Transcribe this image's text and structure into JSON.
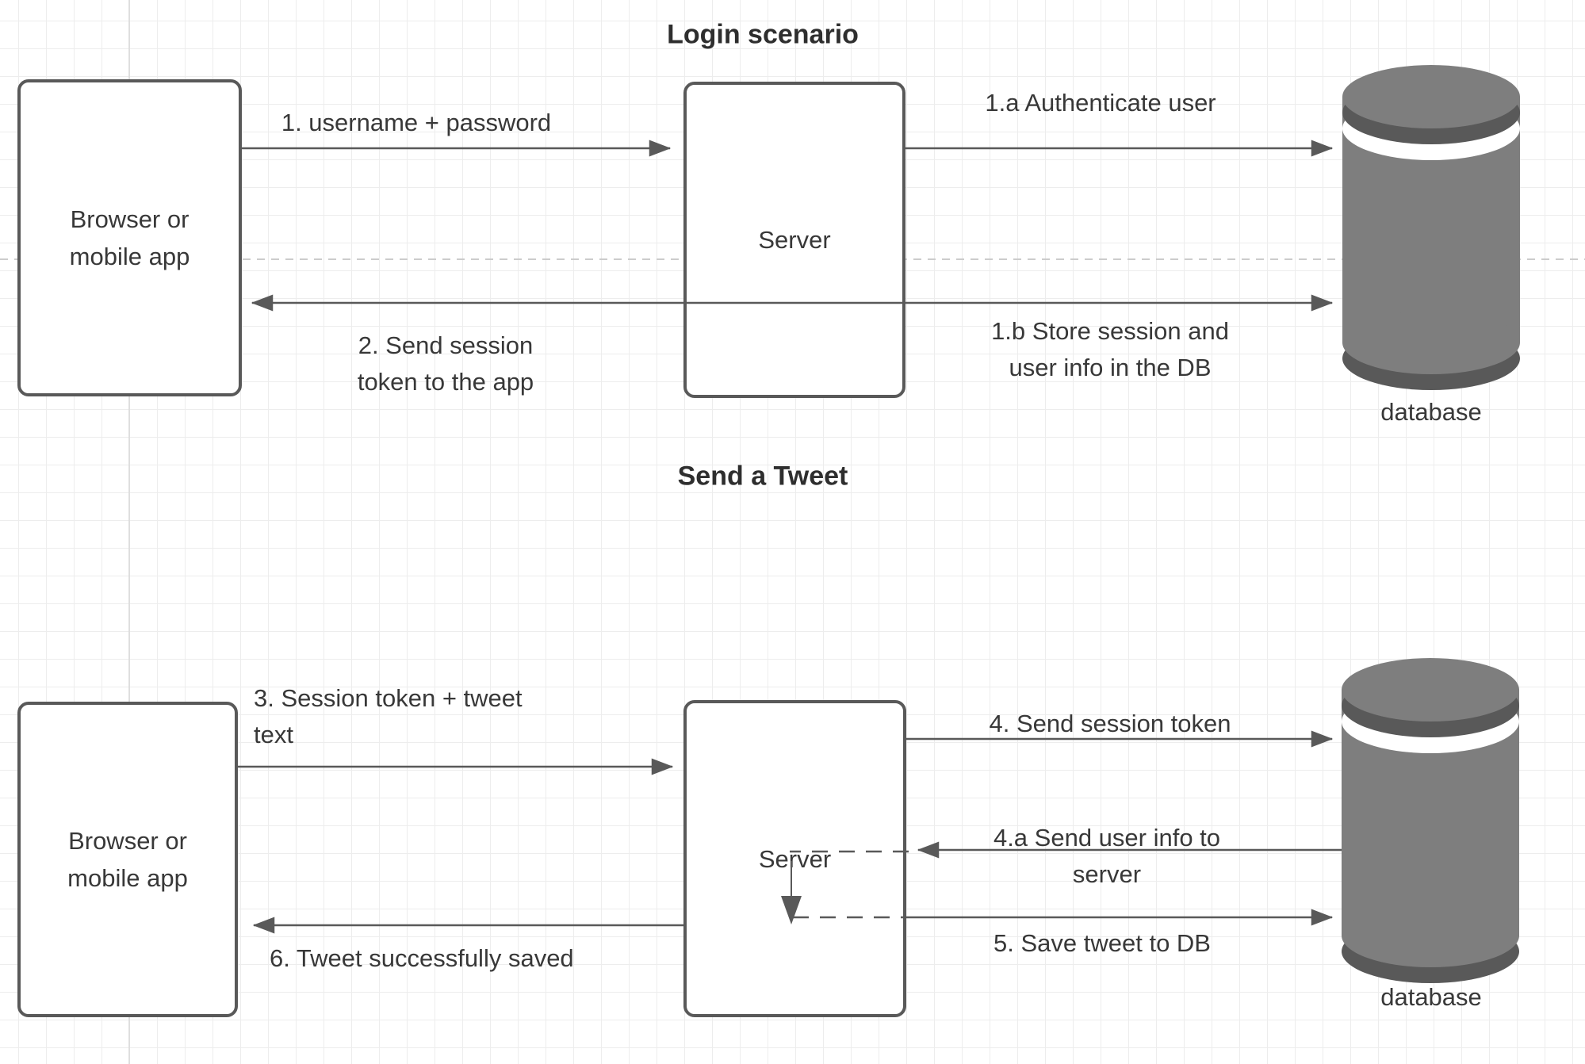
{
  "colors": {
    "stroke": "#595959",
    "text": "#383838",
    "cylinder_body": "#7e7e7e",
    "cylinder_rim": "#595959",
    "page_divider": "#cccccc",
    "grid": "#ededed",
    "background": "#ffffff"
  },
  "login": {
    "title": "Login scenario",
    "client_line1": "Browser or",
    "client_line2": "mobile app",
    "server": "Server",
    "db_label": "database",
    "msg1": "1. username + password",
    "msg1a": "1.a Authenticate user",
    "msg2_line1": "2. Send session",
    "msg2_line2": "token to the app",
    "msg1b_line1": "1.b Store session and",
    "msg1b_line2": "user info in the DB"
  },
  "tweet": {
    "title": "Send a Tweet",
    "client_line1": "Browser or",
    "client_line2": "mobile app",
    "server": "Server",
    "db_label": "database",
    "msg3_line1": "3. Session token + tweet",
    "msg3_line2": "text",
    "msg4": "4. Send session token",
    "msg4a_line1": "4.a Send user info to",
    "msg4a_line2": "server",
    "msg5": "5. Save tweet to DB",
    "msg6": "6. Tweet successfully saved"
  }
}
